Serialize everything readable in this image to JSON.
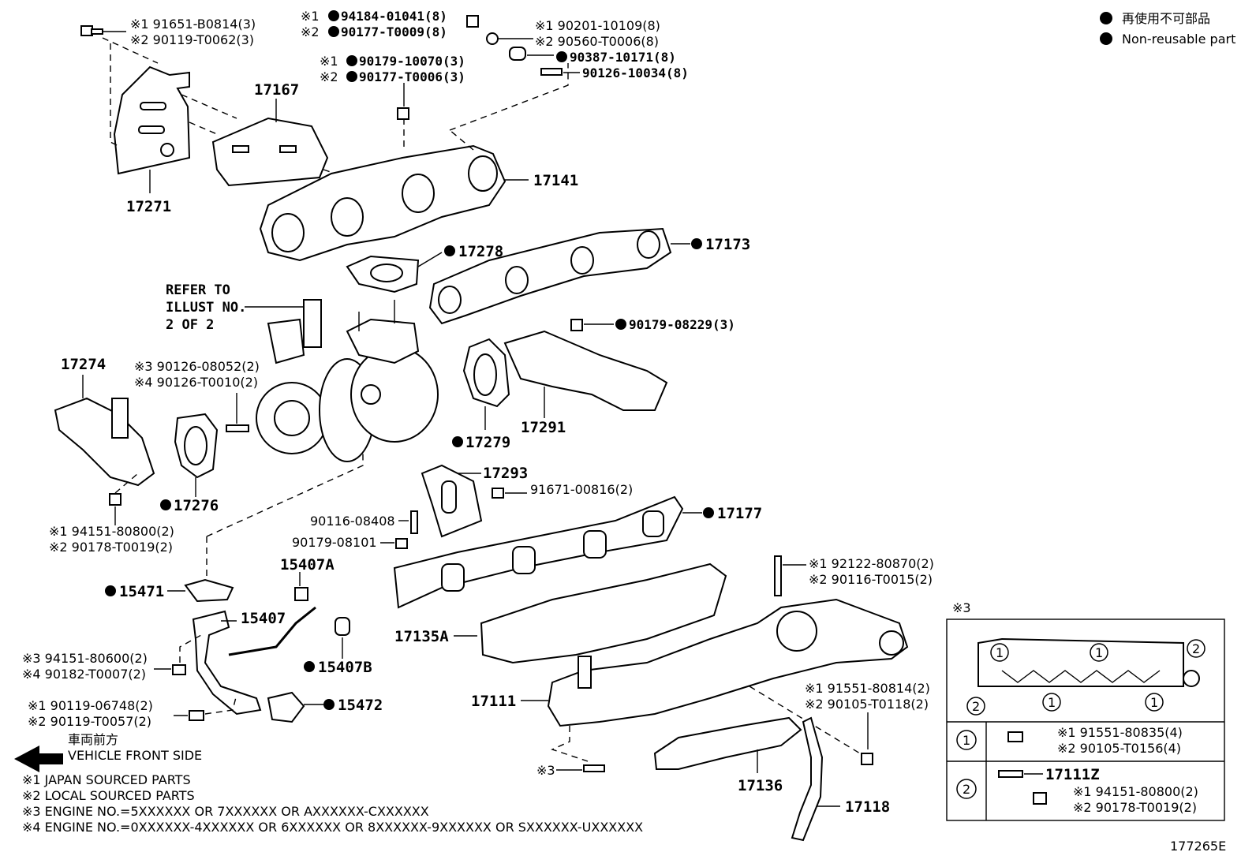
{
  "legend": {
    "jp": "再使用不可部品",
    "en": "Non-reusable part"
  },
  "diagram_id": "177265E",
  "vehicle_front": {
    "jp": "車両前方",
    "en": "VEHICLE FRONT SIDE"
  },
  "notes": [
    "※1 JAPAN SOURCED PARTS",
    "※2 LOCAL SOURCED PARTS",
    "※3 ENGINE NO.=5XXXXXX OR 7XXXXXX OR AXXXXXX-CXXXXXX",
    "※4 ENGINE NO.=0XXXXXX-4XXXXXX OR 6XXXXXX OR 8XXXXXX-9XXXXXX OR SXXXXXX-UXXXXXX"
  ],
  "refer": {
    "l1": "REFER TO",
    "l2": "ILLUST NO.",
    "l3": "2 OF 2"
  },
  "labels": {
    "p17271": "17271",
    "p17167": "17167",
    "p17141": "17141",
    "p17173": "17173",
    "p17278": "17278",
    "p17274": "17274",
    "p17276": "17276",
    "p17279": "17279",
    "p17291": "17291",
    "p17293": "17293",
    "p17177": "17177",
    "p15407A": "15407A",
    "p15407": "15407",
    "p15407B": "15407B",
    "p15471": "15471",
    "p15472": "15472",
    "p17135A": "17135A",
    "p17111": "17111",
    "p17136": "17136",
    "p17118": "17118",
    "p17111Z": "17111Z",
    "bolt1a": "※1 91651-B0814(3)",
    "bolt1b": "※2 90119-T0062(3)",
    "nut1a": "※1",
    "nut1a2": "94184-01041(8)",
    "nut1b": "※2",
    "nut1b2": "90177-T0009(8)",
    "w1a": "※1 90201-10109(8)",
    "w1b": "※2 90560-T0006(8)",
    "c1": "90387-10171(8)",
    "stud1": "90126-10034(8)",
    "n2a": "※1",
    "n2a2": "90179-10070(3)",
    "n2b": "※2",
    "n2b2": "90177-T0006(3)",
    "n3": "90179-08229(3)",
    "s3a": "※3 90126-08052(2)",
    "s3b": "※4 90126-T0010(2)",
    "n4a": "※1 94151-80800(2)",
    "n4b": "※2 90178-T0019(2)",
    "b5": "91671-00816(2)",
    "s5": "90116-08408",
    "n5": "90179-08101",
    "n6a": "※3 94151-80600(2)",
    "n6b": "※4 90182-T0007(2)",
    "b6a": "※1 90119-06748(2)",
    "b6b": "※2 90119-T0057(2)",
    "s7a": "※1 92122-80870(2)",
    "s7b": "※2 90116-T0015(2)",
    "b7a": "※1 91551-80814(2)",
    "b7b": "※2 90105-T0118(2)",
    "x3": "※3",
    "box_title": "※3",
    "box_b1a": "※1 91551-80835(4)",
    "box_b1b": "※2 90105-T0156(4)",
    "box_n2a": "※1 94151-80800(2)",
    "box_n2b": "※2 90178-T0019(2)",
    "c_1": "1",
    "c_2": "2"
  }
}
